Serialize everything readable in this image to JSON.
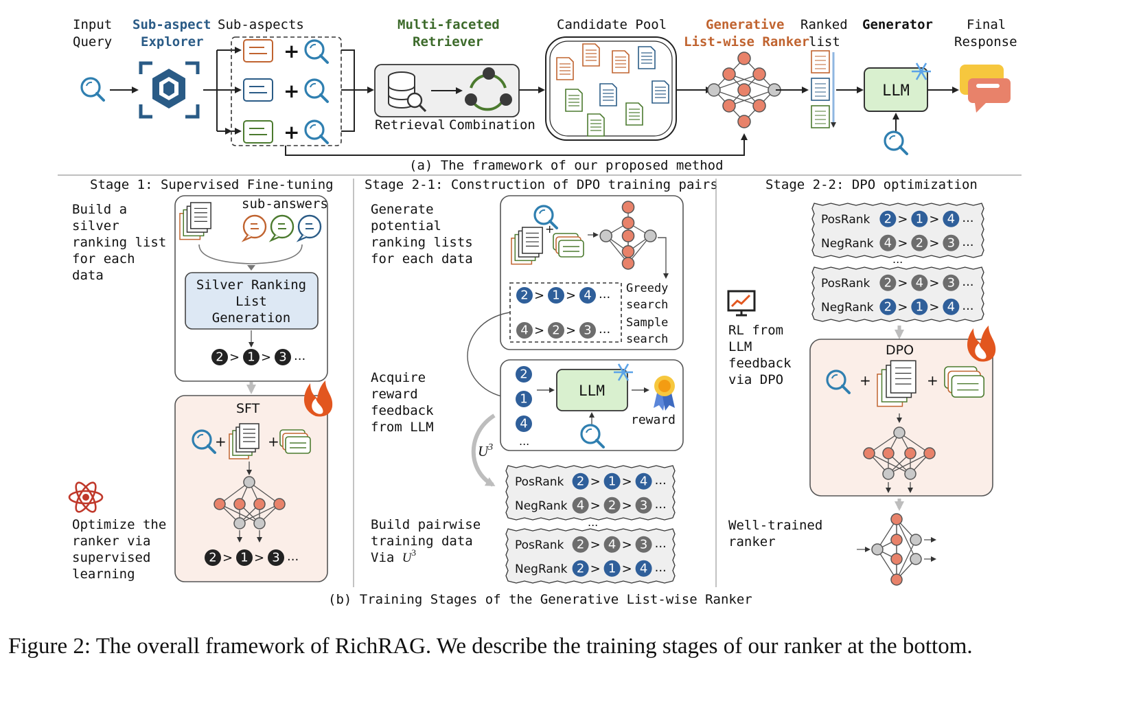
{
  "top": {
    "input_query": [
      "Input",
      "Query"
    ],
    "sub_aspect_explorer": [
      "Sub-aspect",
      "Explorer"
    ],
    "sub_aspects": "Sub-aspects",
    "multi_faceted_retriever": [
      "Multi-faceted",
      "Retriever"
    ],
    "retrieval": "Retrieval",
    "combination": "Combination",
    "candidate_pool": "Candidate Pool",
    "generative_ranker": [
      "Generative",
      "List-wise Ranker"
    ],
    "ranked_list": [
      "Ranked",
      "list"
    ],
    "generator": "Generator",
    "llm": "LLM",
    "final_response": [
      "Final",
      "Response"
    ],
    "plus": "+",
    "caption": "(a) The framework of our proposed method"
  },
  "stage1": {
    "title": "Stage 1: Supervised Fine-tuning",
    "desc1": [
      "Build a",
      "silver",
      "ranking list",
      "for each",
      "data"
    ],
    "sub_answers": "sub-answers",
    "silver_box": [
      "Silver Ranking",
      "List",
      "Generation"
    ],
    "sft": "SFT",
    "desc2": [
      "Optimize the",
      "ranker via",
      "supervised",
      "learning"
    ]
  },
  "stage21": {
    "title": "Stage 2-1: Construction of DPO training pairs",
    "desc1": [
      "Generate",
      "potential",
      "ranking lists",
      "for each data"
    ],
    "greedy": [
      "Greedy",
      "search"
    ],
    "sample": [
      "Sample",
      "search"
    ],
    "desc2": [
      "Acquire",
      "reward",
      "feedback",
      "from LLM"
    ],
    "llm": "LLM",
    "reward": "reward",
    "u3": "U",
    "u3_sup": "3",
    "desc3": [
      "Build pairwise",
      "training data",
      "Via "
    ],
    "pos": "PosRank",
    "neg": "NegRank"
  },
  "stage22": {
    "title": "Stage 2-2: DPO optimization",
    "pos": "PosRank",
    "neg": "NegRank",
    "desc1": [
      "RL from",
      "LLM",
      "feedback",
      "via DPO"
    ],
    "dpo": "DPO",
    "desc2": [
      "Well-trained",
      "ranker"
    ]
  },
  "ranks": {
    "gt": ">",
    "ellipsis": "...",
    "vdots": "...",
    "seq_a": [
      "2",
      "1",
      "3"
    ],
    "seq_b": [
      "2",
      "1",
      "4"
    ],
    "seq_c": [
      "4",
      "2",
      "3"
    ],
    "seq_d": [
      "2",
      "4",
      "3"
    ],
    "col": [
      "2",
      "1",
      "4"
    ]
  },
  "bottom_caption": "(b) Training Stages of the Generative List-wise Ranker",
  "figure_caption": "Figure 2: The overall framework of RichRAG. We describe the training stages of our ranker at the bottom.",
  "colors": {
    "blue_accent": "#2a5b86",
    "green_accent": "#3c6a2a",
    "orange_accent": "#c0632f",
    "node_orange": "#e8826a",
    "llm_box": "#d9f0cf",
    "sft_box": "#fbeee8",
    "silver_box": "#dde8f4"
  }
}
